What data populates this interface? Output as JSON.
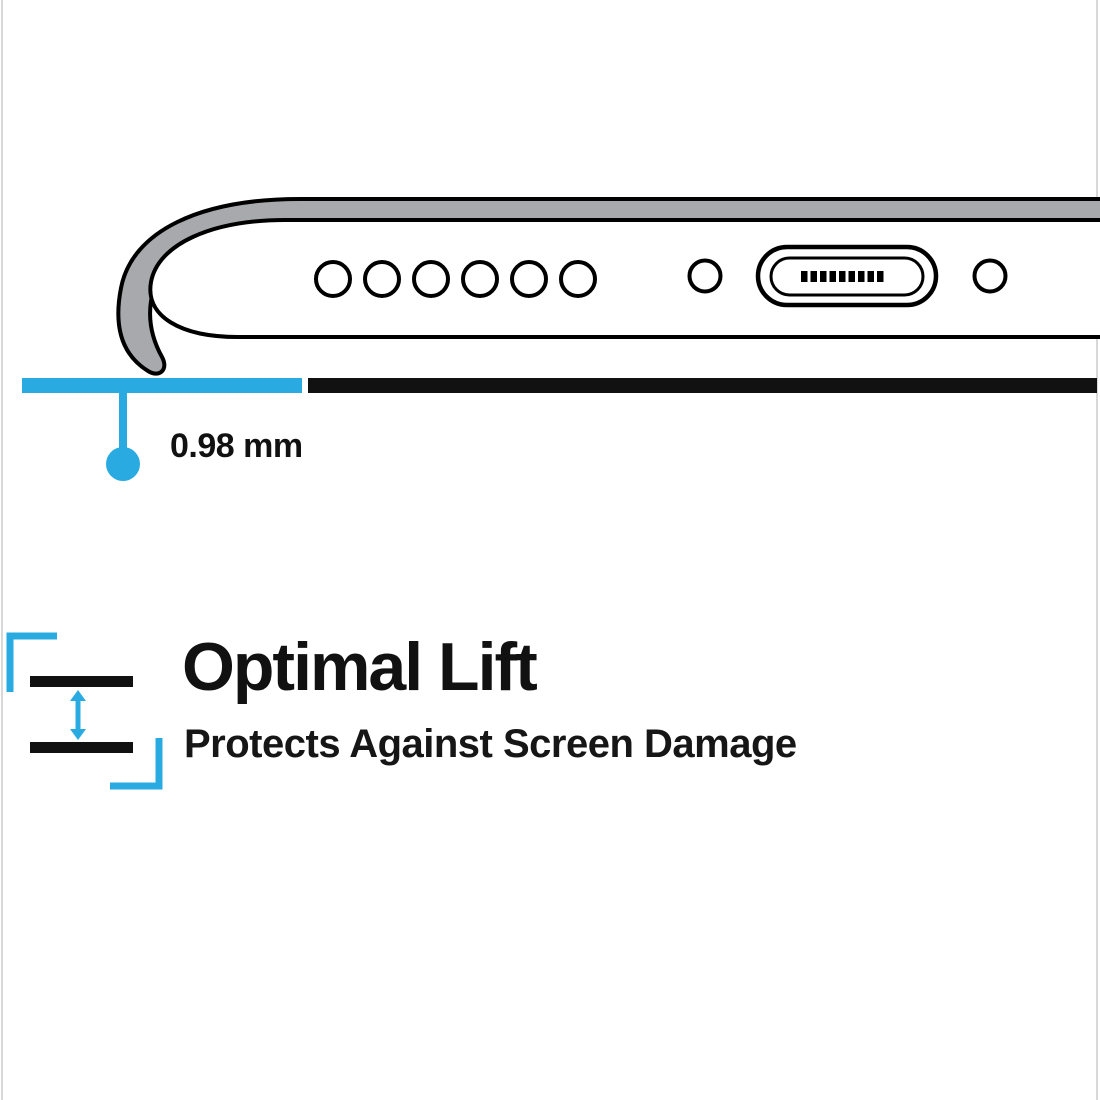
{
  "illustration": {
    "measurement_label": "0.98 mm"
  },
  "feature": {
    "title": "Optimal Lift",
    "subtitle": "Protects Against Screen Damage"
  },
  "colors": {
    "accent_cyan": "#29abe2",
    "ink_black": "#111111",
    "case_gray": "#a7a9ac",
    "background": "#ffffff"
  },
  "icons": [
    {
      "name": "lift-gap-icon",
      "shape": "two-black-bars-with-cyan-corner-brackets-and-vertical-double-arrow"
    },
    {
      "name": "measurement-pointer-icon",
      "shape": "cyan-stem-with-dot"
    }
  ]
}
